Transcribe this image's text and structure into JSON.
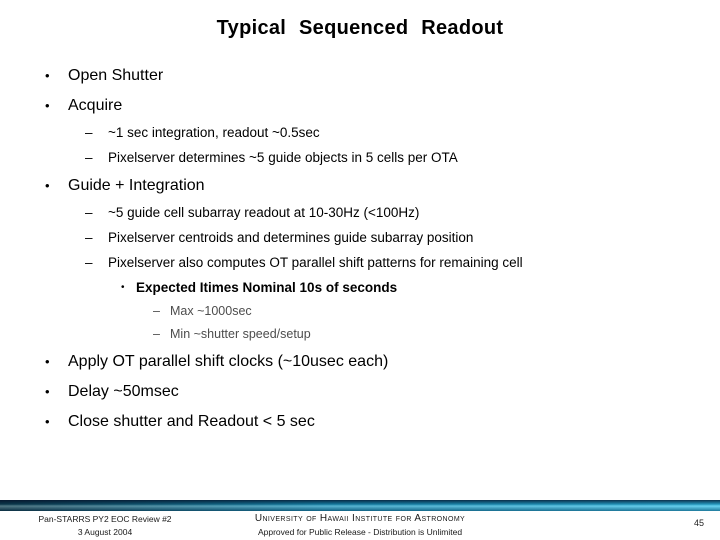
{
  "slide": {
    "title": "Typical Sequenced Readout",
    "markers": {
      "l1": "•",
      "l2": "–",
      "l3": "•",
      "l4": "–"
    },
    "bullets": [
      {
        "level": 1,
        "text": "Open Shutter"
      },
      {
        "level": 1,
        "text": "Acquire"
      },
      {
        "level": 2,
        "text": "~1 sec integration, readout ~0.5sec"
      },
      {
        "level": 2,
        "text": "Pixelserver determines ~5 guide objects in 5 cells per OTA"
      },
      {
        "level": 1,
        "text": "Guide + Integration"
      },
      {
        "level": 2,
        "text": "~5 guide cell subarray readout at 10-30Hz (<100Hz)"
      },
      {
        "level": 2,
        "text": "Pixelserver centroids and determines guide subarray position"
      },
      {
        "level": 2,
        "text": "Pixelserver also computes OT parallel shift patterns for remaining cell"
      },
      {
        "level": 3,
        "text": "Expected Itimes Nominal 10s of seconds"
      },
      {
        "level": 4,
        "text": "Max ~1000sec"
      },
      {
        "level": 4,
        "text": "Min ~shutter speed/setup"
      },
      {
        "level": 1,
        "text": "Apply OT parallel shift clocks (~10usec each)"
      },
      {
        "level": 1,
        "text": "Delay ~50msec"
      },
      {
        "level": 1,
        "text": "Close shutter and Readout < 5 sec"
      }
    ]
  },
  "footer": {
    "left_line1": "Pan-STARRS PY2 EOC Review #2",
    "left_line2": "3 August 2004",
    "center_line1": "University of Hawaii Institute for Astronomy",
    "center_line2": "Approved for Public Release - Distribution is Unlimited",
    "page_number": "45",
    "bar_colors": [
      "#0d4152",
      "#1796be",
      "#2fc2ec"
    ]
  }
}
